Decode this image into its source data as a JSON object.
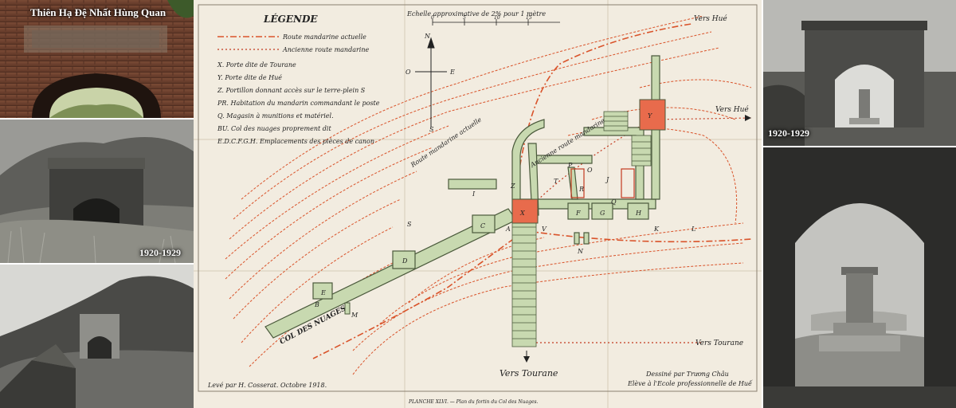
{
  "left_photos": [
    {
      "caption": "Thiên Hạ Đệ Nhất Hùng Quan"
    },
    {
      "caption": "1920-1929"
    },
    {
      "caption": ""
    }
  ],
  "right_photos": [
    {
      "caption": "1920-1929"
    },
    {
      "caption": ""
    }
  ],
  "map": {
    "legend_title": "LÉGENDE",
    "legend_items": [
      "Route mandarine actuelle",
      "Ancienne route mandarine",
      "X. Porte dite de Tourane",
      "Y. Porte dite de Hué",
      "Z. Portillon donnant accès sur le terre-plein S",
      "PR. Habitation du mandarin commandant le poste",
      "Q. Magasin à munitions et matériel.",
      "BU. Col des nuages proprement dit",
      "E.D.C.F.G.H. Emplacements des pièces de canon"
    ],
    "scale_text": "Echelle approximative de 2% pour 1 mètre",
    "scale_ticks": [
      "0",
      "5",
      "10",
      "15"
    ],
    "compass": {
      "n": "N",
      "s": "S",
      "e": "E",
      "o": "O"
    },
    "labels": {
      "vers_hue_top": "Vers Hué",
      "vers_hue_right": "Vers Hué",
      "vers_tourane_right": "Vers Tourane",
      "vers_tourane_bottom": "Vers Tourane",
      "route_actuelle": "Route mandarine actuelle",
      "ancienne_route": "Ancienne route mandarine",
      "col_des_nuages": "COL DES NUAGES",
      "leve_par": "Levé par H. Cosserat. Octobre 1918.",
      "dessine_par": "Dessiné par Trương Châu",
      "eleve": "Elève à l'Ecole professionnelle de Huế",
      "planche": "PLANCHE XLVI. — Plan du fortin du Col des Nuages."
    },
    "points": [
      "X",
      "Y",
      "Z",
      "I",
      "S",
      "T",
      "P",
      "R",
      "Q",
      "J",
      "F",
      "G",
      "H",
      "A",
      "V",
      "K",
      "L",
      "N",
      "C",
      "D",
      "E",
      "B",
      "M",
      "O"
    ],
    "colors": {
      "route": "#d9532a",
      "fort": "#c8d9b0",
      "fort_stroke": "#4b5a3c",
      "gate": "#e86b4c",
      "paper": "#f2ece0"
    }
  }
}
